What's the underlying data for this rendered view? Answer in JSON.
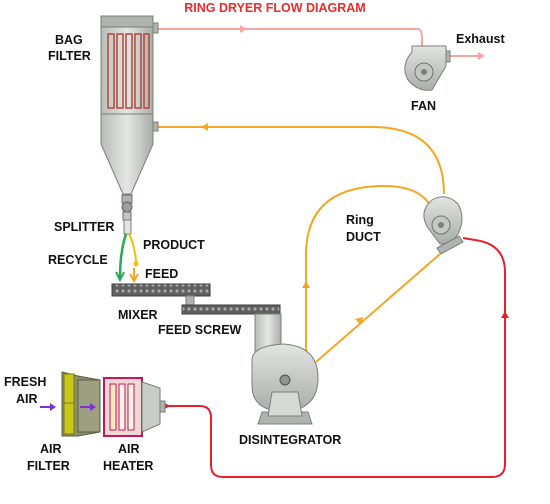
{
  "title": "RING DRYER FLOW DIAGRAM",
  "labels": {
    "bag_filter_line1": "BAG",
    "bag_filter_line2": "FILTER",
    "exhaust": "Exhaust",
    "fan": "FAN",
    "splitter": "SPLITTER",
    "product": "PRODUCT",
    "recycle": "RECYCLE",
    "feed": "FEED",
    "mixer": "MIXER",
    "feed_screw": "FEED SCREW",
    "ring_duct_line1": "Ring",
    "ring_duct_line2": "DUCT",
    "fresh_air_line1": "FRESH",
    "fresh_air_line2": "AIR",
    "air_filter_line1": "AIR",
    "air_filter_line2": "FILTER",
    "air_heater_line1": "AIR",
    "air_heater_line2": "HEATER",
    "disintegrator": "DISINTEGRATOR"
  },
  "colors": {
    "title": "#ee2a2a",
    "hot_air": "#e8202a",
    "process_air": "#f5a623",
    "exhaust_air": "#f6a6a0",
    "recycle": "#2aaa55",
    "fresh_air_arrow": "#7b2fd6",
    "equipment_fill": "#c9ccc9",
    "equipment_stroke": "#7a7f7a",
    "filter_bags": "#b5473a",
    "air_filter_media": "#c8c81a",
    "heater_frame": "#c2185b"
  }
}
